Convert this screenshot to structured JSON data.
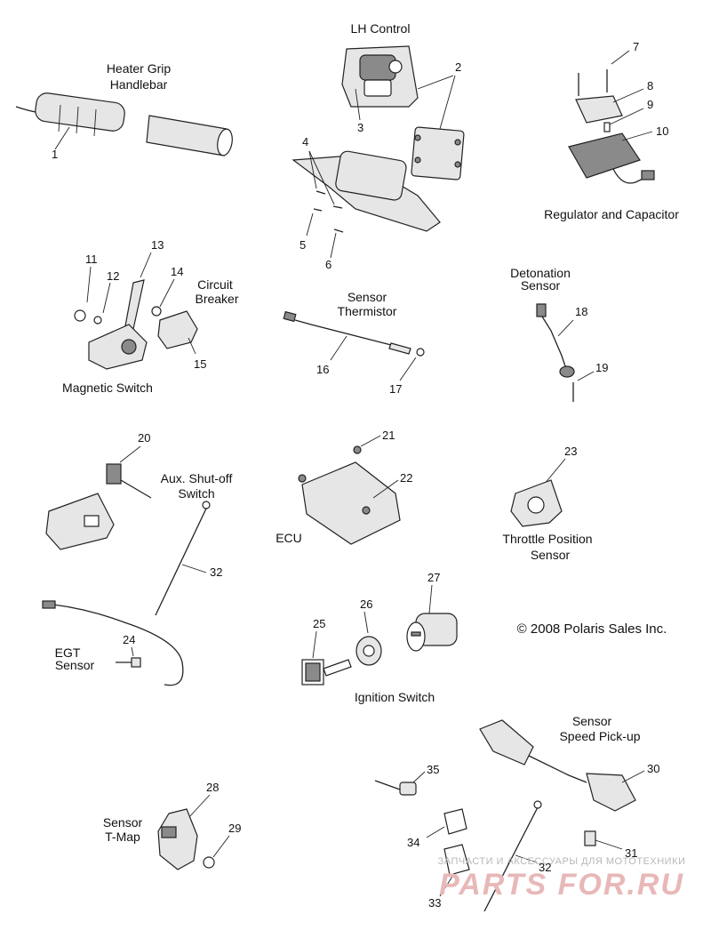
{
  "labels": {
    "heater_grip": [
      "Heater Grip",
      "Handlebar"
    ],
    "lh_control": "LH Control",
    "regulator": "Regulator and Capacitor",
    "circuit_breaker": [
      "Circuit",
      "Breaker"
    ],
    "magnetic_switch": "Magnetic Switch",
    "sensor_thermistor": [
      "Sensor",
      "Thermistor"
    ],
    "detonation_sensor": [
      "Detonation",
      "Sensor"
    ],
    "aux_shutoff": [
      "Aux. Shut-off",
      "Switch"
    ],
    "ecu": "ECU",
    "throttle_position": [
      "Throttle Position",
      "Sensor"
    ],
    "egt_sensor": [
      "EGT",
      "Sensor"
    ],
    "ignition_switch": "Ignition Switch",
    "speed_pickup": [
      "Sensor",
      "Speed Pick-up"
    ],
    "tmap": [
      "Sensor",
      "T-Map"
    ]
  },
  "copyright": "© 2008 Polaris Sales Inc.",
  "callouts": [
    "1",
    "2",
    "3",
    "4",
    "5",
    "6",
    "7",
    "8",
    "9",
    "10",
    "11",
    "12",
    "13",
    "14",
    "15",
    "16",
    "17",
    "18",
    "19",
    "20",
    "21",
    "22",
    "23",
    "24",
    "25",
    "26",
    "27",
    "28",
    "29",
    "30",
    "31",
    "32",
    "33",
    "34",
    "35",
    "32"
  ],
  "watermark": {
    "tagline": "ЗАПЧАСТИ И АКСЕССУАРЫ ДЛЯ МОТОТЕХНИКИ",
    "brand": "PARTS FOR.RU"
  }
}
